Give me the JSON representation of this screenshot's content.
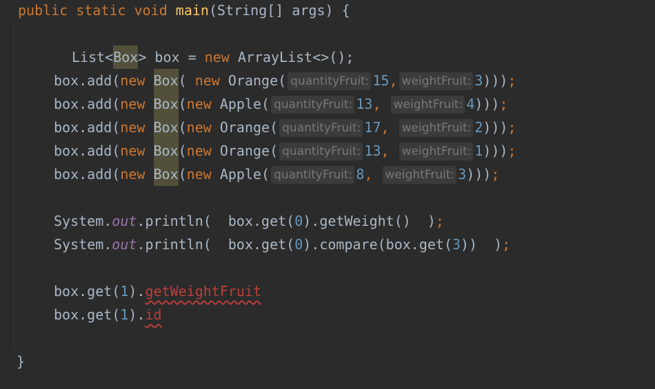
{
  "editor": {
    "method_signature": {
      "modifiers": "public static void",
      "name": "main",
      "params": "(String[] args) {"
    },
    "declaration": {
      "type_start": "List<",
      "type_name": "Box",
      "type_end": "> box = ",
      "new_kw": "new",
      "rest": " ArrayList<>();"
    },
    "add_calls": [
      {
        "prefix": "box.add(",
        "new1": "new",
        "box": "Box",
        "sep": "( ",
        "new2": "new",
        "fruit": " Orange(",
        "hint_qty": "quantityFruit:",
        "qty": "15",
        "comma": ",",
        "hint_weight": "weightFruit:",
        "weight": "3",
        "close": ")))",
        "semi": ";"
      },
      {
        "prefix": "box.add(",
        "new1": "new",
        "box": "Box",
        "sep": "(",
        "new2": "new",
        "fruit": " Apple(",
        "hint_qty": "quantityFruit:",
        "qty": "13",
        "comma": ", ",
        "hint_weight": "weightFruit:",
        "weight": "4",
        "close": ")))",
        "semi": ";"
      },
      {
        "prefix": "box.add(",
        "new1": "new",
        "box": "Box",
        "sep": "(",
        "new2": "new",
        "fruit": " Orange(",
        "hint_qty": "quantityFruit:",
        "qty": "17",
        "comma": ", ",
        "hint_weight": "weightFruit:",
        "weight": "2",
        "close": ")))",
        "semi": ";"
      },
      {
        "prefix": "box.add(",
        "new1": "new",
        "box": "Box",
        "sep": "(",
        "new2": "new",
        "fruit": " Orange(",
        "hint_qty": "quantityFruit:",
        "qty": "13",
        "comma": ", ",
        "hint_weight": "weightFruit:",
        "weight": "1",
        "close": ")))",
        "semi": ";"
      },
      {
        "prefix": "box.add(",
        "new1": "new",
        "box": "Box",
        "sep": "(",
        "new2": "new",
        "fruit": " Apple(",
        "hint_qty": "quantityFruit:",
        "qty": "8",
        "comma": ", ",
        "hint_weight": "weightFruit:",
        "weight": "3",
        "close": ")))",
        "semi": ";"
      }
    ],
    "println1": {
      "system": "System.",
      "out": "out",
      "call": ".println(  box.get(",
      "index": "0",
      "rest": ").getWeight()  )",
      "semi": ";"
    },
    "println2": {
      "system": "System.",
      "out": "out",
      "call": ".println(  box.get(",
      "index": "0",
      "mid": ").compare(box.get(",
      "index2": "3",
      "rest": "))  )",
      "semi": ";"
    },
    "get_weight_fruit": {
      "prefix": "box.get(",
      "index": "1",
      "close": ").",
      "member": "getWeightFruit"
    },
    "get_id": {
      "prefix": "box.get(",
      "index": "1",
      "close": ").",
      "member": "id"
    },
    "closing_brace": "}"
  },
  "colors": {
    "background": "#2b2b2b",
    "keyword": "#cc7832",
    "method": "#ffc66d",
    "number": "#6897bb",
    "field": "#9876aa",
    "error": "#bc3f3c",
    "default_text": "#a9b7c6",
    "highlight": "#52503a",
    "hint_bg": "#3b3b3b",
    "hint_text": "#787878"
  }
}
